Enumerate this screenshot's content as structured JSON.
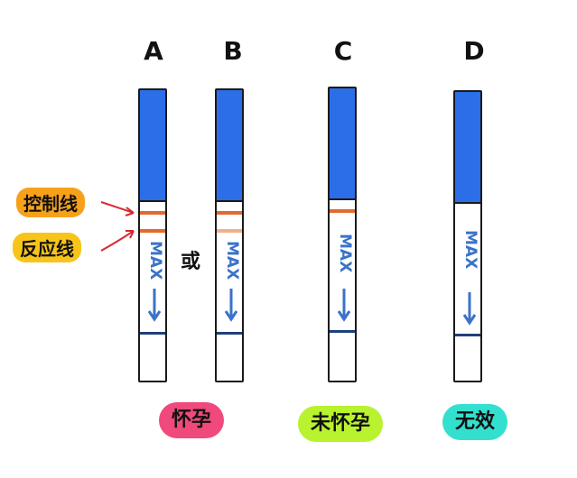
{
  "letters": [
    "A",
    "B",
    "C",
    "D"
  ],
  "labels": {
    "control": "控制线",
    "reaction": "反应线",
    "or": "或"
  },
  "strip_text": "MAX",
  "results": {
    "pregnant": "怀孕",
    "not_pregnant": "未怀孕",
    "invalid": "无效"
  },
  "colors": {
    "strip_blue": "#2b6ee8",
    "control_line": "#e36a2e",
    "reaction_line": "#e36a2e",
    "faint_line": "#f1b08c",
    "pregnant_badge": "#f0497c",
    "not_pregnant_badge": "#b9f22f",
    "invalid_badge": "#33e0cf",
    "label_bubble": "#f7a11a"
  }
}
